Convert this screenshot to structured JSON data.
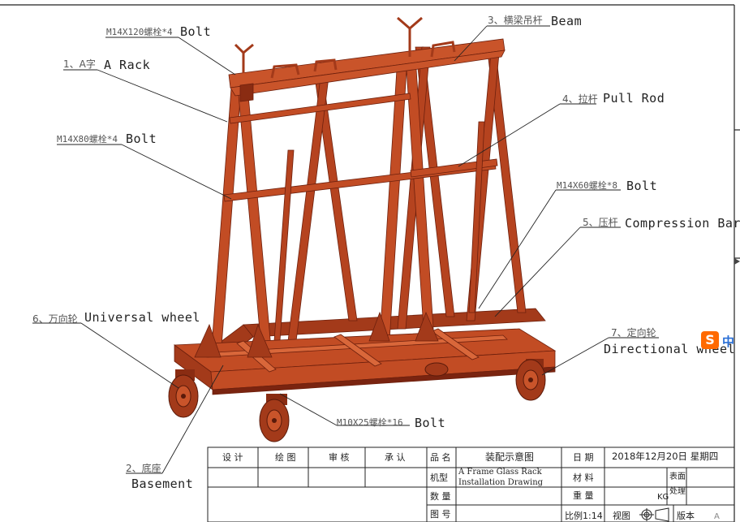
{
  "callouts": {
    "bolt_top": {
      "spec": "M14X120螺栓*4",
      "name": "Bolt"
    },
    "a_rack": {
      "cn": "1、A字",
      "en": "A Rack"
    },
    "bolt_mid": {
      "spec": "M14X80螺栓*4",
      "name": "Bolt"
    },
    "universal_wheel": {
      "cn": "6、万向轮",
      "en": "Universal wheel"
    },
    "basement": {
      "cn": "2、底座",
      "en": "Basement"
    },
    "bolt_bottom": {
      "spec": "M10X25螺栓*16",
      "name": "Bolt"
    },
    "beam": {
      "cn": "3、横梁吊杆",
      "en": "Beam"
    },
    "pull_rod": {
      "cn": "4、拉杆",
      "en": "Pull Rod"
    },
    "bolt_right": {
      "spec": "M14X60螺栓*8",
      "name": "Bolt"
    },
    "compression_bar": {
      "cn": "5、压杆",
      "en": "Compression Bar"
    },
    "directional_wheel": {
      "cn": "7、定向轮",
      "en": "Directional wheel"
    }
  },
  "title_block": {
    "design": "设 计",
    "drawing": "绘 图",
    "review": "审 核",
    "approve": "承 认",
    "product_name_label": "品 名",
    "product_name": "装配示意图",
    "model_label": "机型",
    "model_line1": "A Frame Glass Rack",
    "model_line2": "Installation  Drawing",
    "quantity_label": "数 量",
    "drawing_no_label": "图 号",
    "date_label": "日 期",
    "date_value": "2018年12月20日  星期四",
    "material_label": "材 料",
    "surface_label_1": "表面",
    "surface_label_2": "处理",
    "weight_label": "重 量",
    "weight_unit": "KG",
    "scale": "比例1:14",
    "view": "视图",
    "version": "版本",
    "version_value": "A"
  },
  "colors": {
    "frame": "#b5431f",
    "frame_dark": "#7a2410",
    "frame_light": "#d9673a",
    "leader": "#222222",
    "ime_badge": "#ff6a00"
  },
  "ime": {
    "icon": "S",
    "text": "中"
  }
}
